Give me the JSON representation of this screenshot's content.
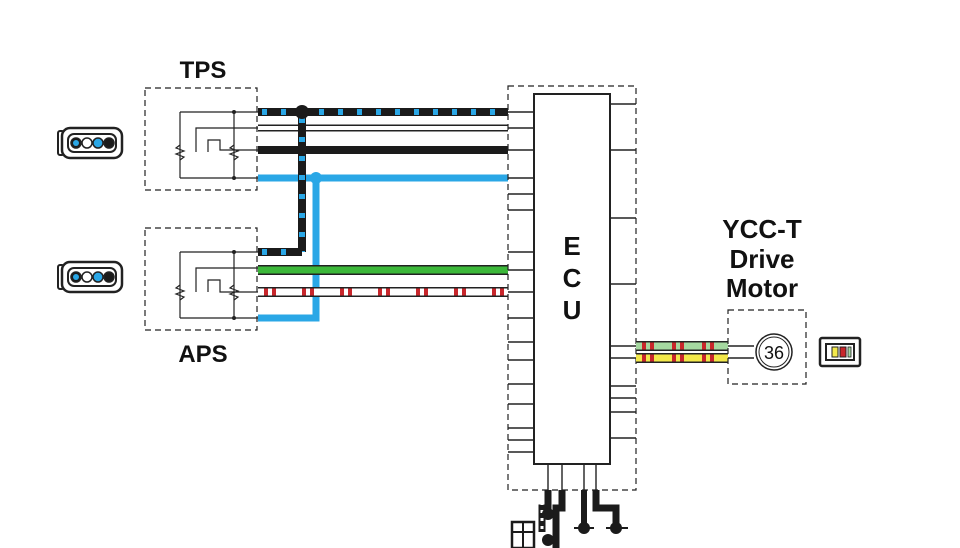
{
  "labels": {
    "tps": "TPS",
    "aps": "APS",
    "ecu_letters": [
      "E",
      "C",
      "U"
    ],
    "motor_line1": "YCC-T",
    "motor_line2": "Drive",
    "motor_line3": "Motor",
    "motor_id": "36"
  },
  "colors": {
    "black": "#1b1b1b",
    "blue": "#2aa7e6",
    "green": "#3cb83a",
    "red": "#c8262b",
    "yellow": "#f3e84a",
    "pale_green": "#a5d8a0",
    "white_wire": "#ffffff"
  },
  "wires": [
    {
      "name": "tps-black-blue",
      "color": "black",
      "stripe": "blue"
    },
    {
      "name": "tps-white",
      "color": "white_wire",
      "stripe": null
    },
    {
      "name": "tps-black",
      "color": "black",
      "stripe": null
    },
    {
      "name": "tps-blue",
      "color": "blue",
      "stripe": null
    },
    {
      "name": "aps-black-blue",
      "color": "black",
      "stripe": "blue"
    },
    {
      "name": "aps-green",
      "color": "green",
      "stripe": null
    },
    {
      "name": "aps-white-red",
      "color": "white_wire",
      "stripe": "red"
    },
    {
      "name": "aps-blue",
      "color": "blue",
      "stripe": null
    },
    {
      "name": "motor-green-red",
      "color": "pale_green",
      "stripe": "red"
    },
    {
      "name": "motor-yellow-red",
      "color": "yellow",
      "stripe": "red"
    }
  ]
}
